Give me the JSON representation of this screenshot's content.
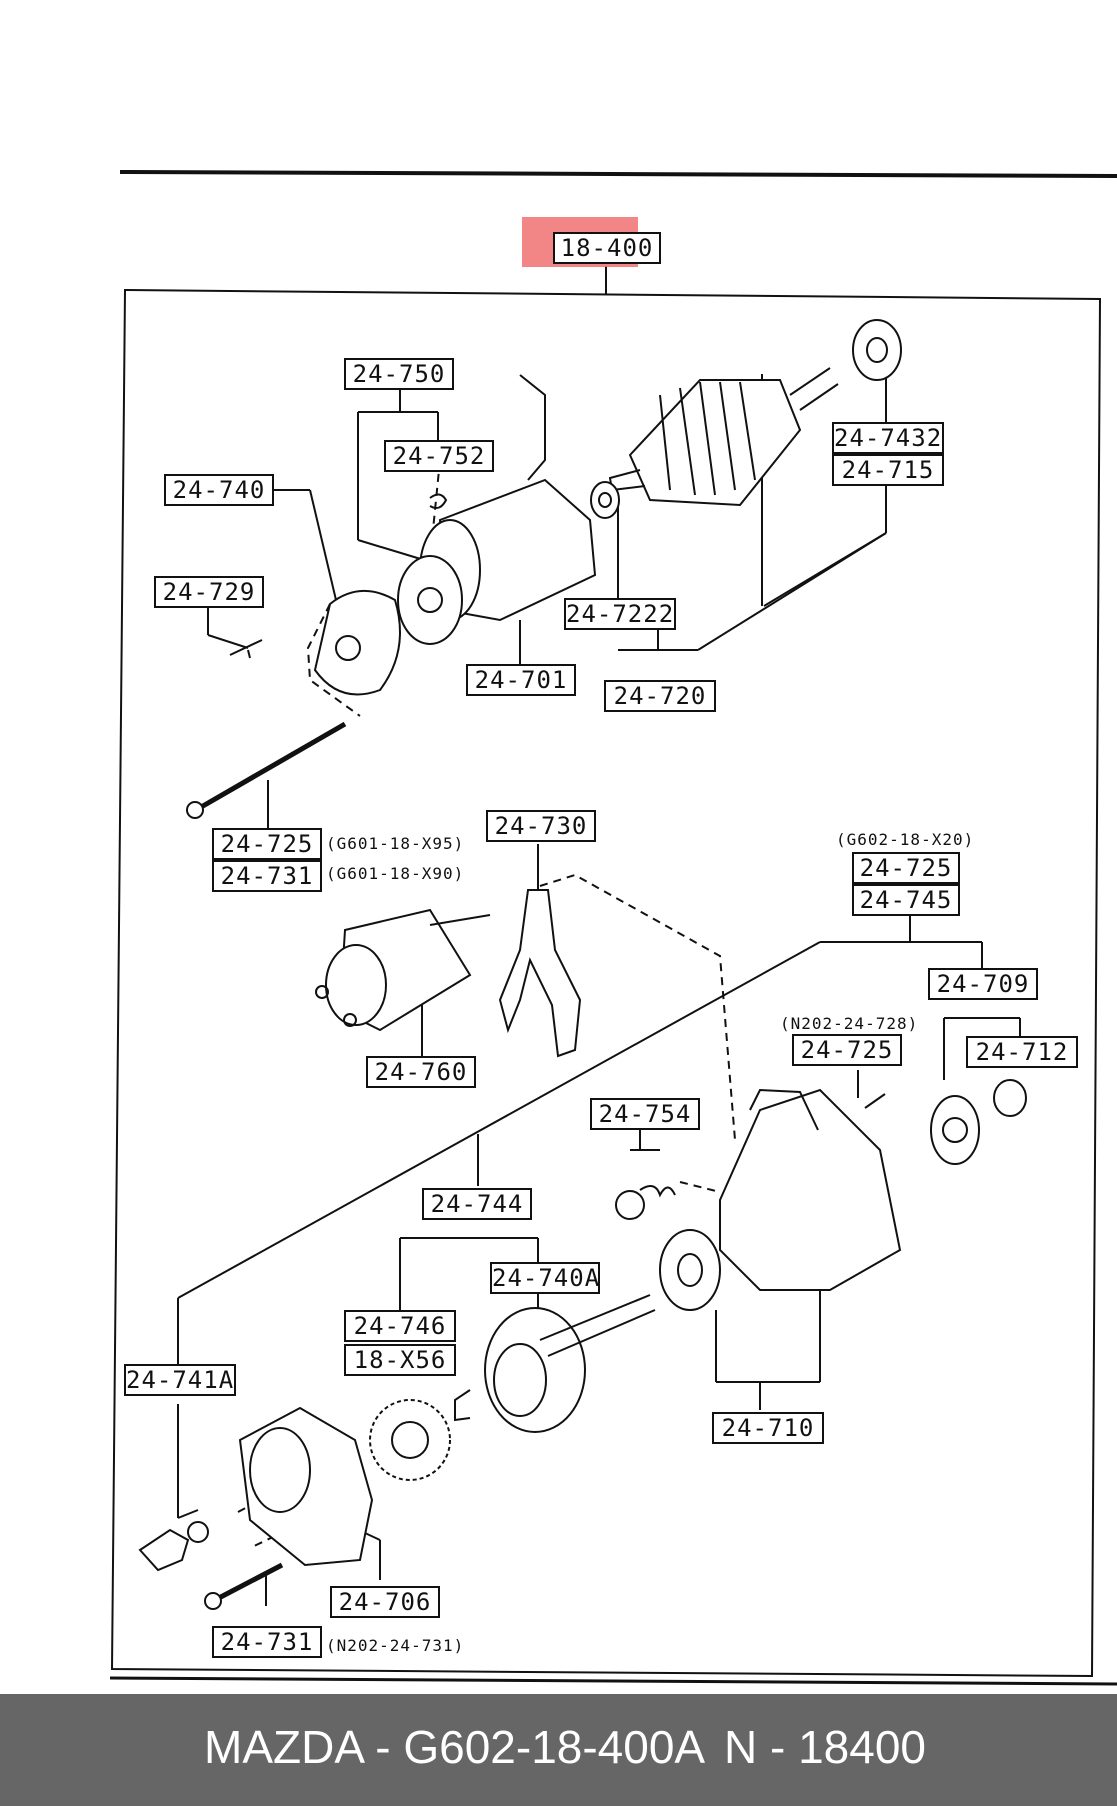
{
  "diagram": {
    "main_group": "18-400",
    "labels": {
      "l24_750": "24-750",
      "l24_752": "24-752",
      "l24_740": "24-740",
      "l24_729": "24-729",
      "l24_701": "24-701",
      "l24_7432": "24-7432",
      "l24_715": "24-715",
      "l24_7222": "24-7222",
      "l24_720": "24-720",
      "l24_725a": "24-725",
      "l24_731a": "24-731",
      "l24_730": "24-730",
      "l24_725b": "24-725",
      "l24_745": "24-745",
      "l24_709": "24-709",
      "l24_760": "24-760",
      "l24_725c": "24-725",
      "l24_712": "24-712",
      "l24_754": "24-754",
      "l24_744": "24-744",
      "l24_740A": "24-740A",
      "l24_746": "24-746",
      "l18_X56": "18-X56",
      "l24_741A": "24-741A",
      "l24_710": "24-710",
      "l24_706": "24-706",
      "l24_731b": "24-731"
    },
    "notes": {
      "n_725a": "(G601-18-X95)",
      "n_731a": "(G601-18-X90)",
      "n_725b": "(G602-18-X20)",
      "n_725c": "(N202-24-728)",
      "n_731b": "(N202-24-731)"
    }
  },
  "footer": {
    "brand_part": "MAZDA - G602-18-400A",
    "code": "N - 18400",
    "background": "#666666",
    "text_color": "#ffffff"
  },
  "highlight_color": "#f07070"
}
